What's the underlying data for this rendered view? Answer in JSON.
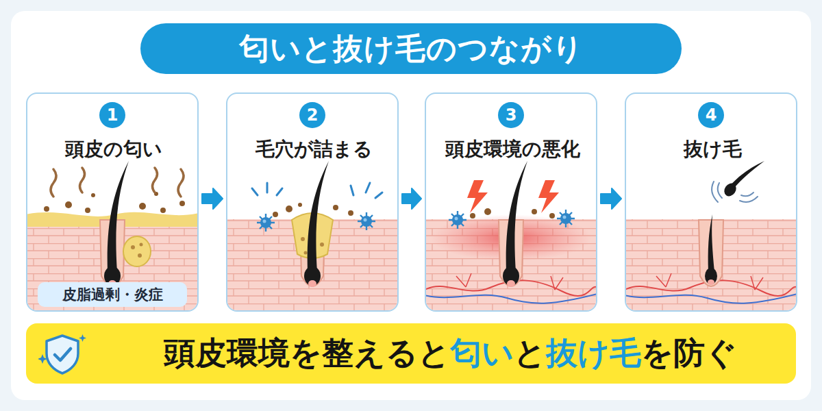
{
  "diagram": {
    "title": "匂いと抜け毛のつながり",
    "nodes": [
      {
        "text": [
          "1",
          "頭皮の匂い"
        ]
      },
      {
        "text": [
          "皮脂過剰・炎症"
        ],
        "in": 0
      },
      {
        "text": [
          "2",
          "毛穴が詰まる"
        ]
      },
      {
        "text": [
          "3",
          "頭皮環境の悪化"
        ]
      },
      {
        "text": [
          "4",
          "抜け毛"
        ]
      },
      {
        "text": [
          "頭皮環境を整えると",
          "匂い",
          "と",
          "抜け毛",
          "を防ぐ"
        ]
      }
    ],
    "edges": [
      {
        "from": 0,
        "to": 2,
        "arrow": "to"
      },
      {
        "from": 2,
        "to": 3,
        "arrow": "to"
      },
      {
        "from": 3,
        "to": 4,
        "arrow": "to"
      }
    ]
  }
}
